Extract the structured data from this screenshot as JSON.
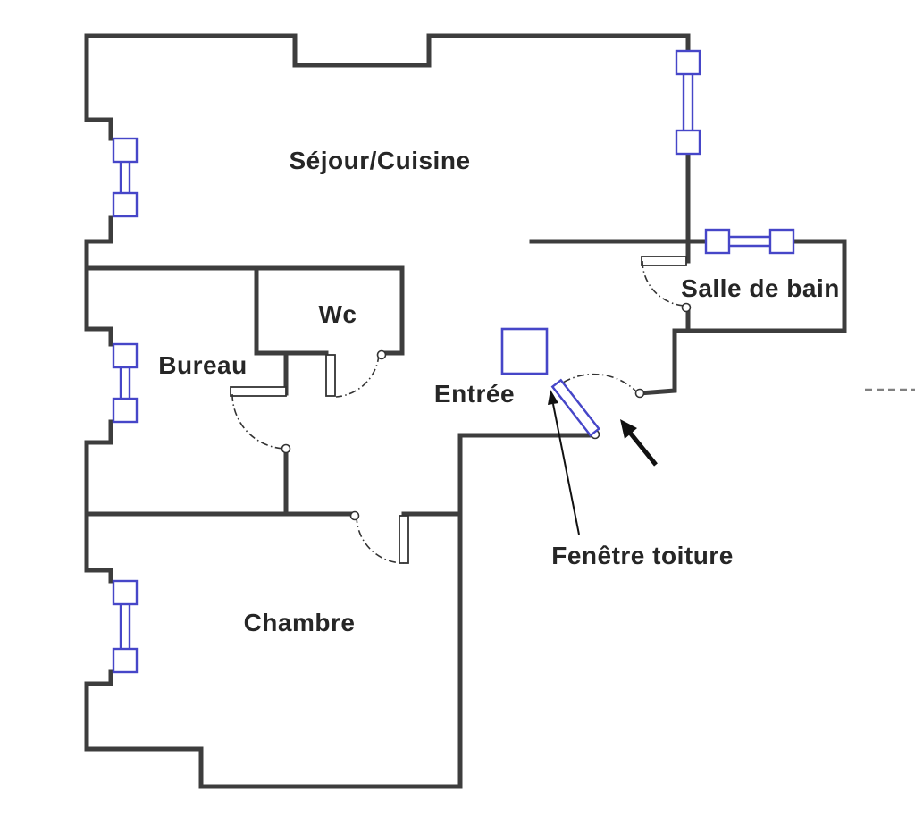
{
  "diagram": {
    "type": "floor-plan"
  },
  "rooms": {
    "sejour_cuisine": {
      "label": "Séjour/Cuisine"
    },
    "wc": {
      "label": "Wc"
    },
    "bureau": {
      "label": "Bureau"
    },
    "salle_de_bain": {
      "label": "Salle de bain"
    },
    "entree": {
      "label": "Entrée"
    },
    "chambre": {
      "label": "Chambre"
    }
  },
  "annotations": {
    "fenetre_toiture": {
      "label": "Fenêtre toiture"
    }
  },
  "colors": {
    "wall": "#3d3d3d",
    "window": "#4646c8",
    "arc": "#333333",
    "text": "#262626",
    "leaf_fill": "#ffffff",
    "background": "#ffffff",
    "legend_dash": "#808080"
  }
}
